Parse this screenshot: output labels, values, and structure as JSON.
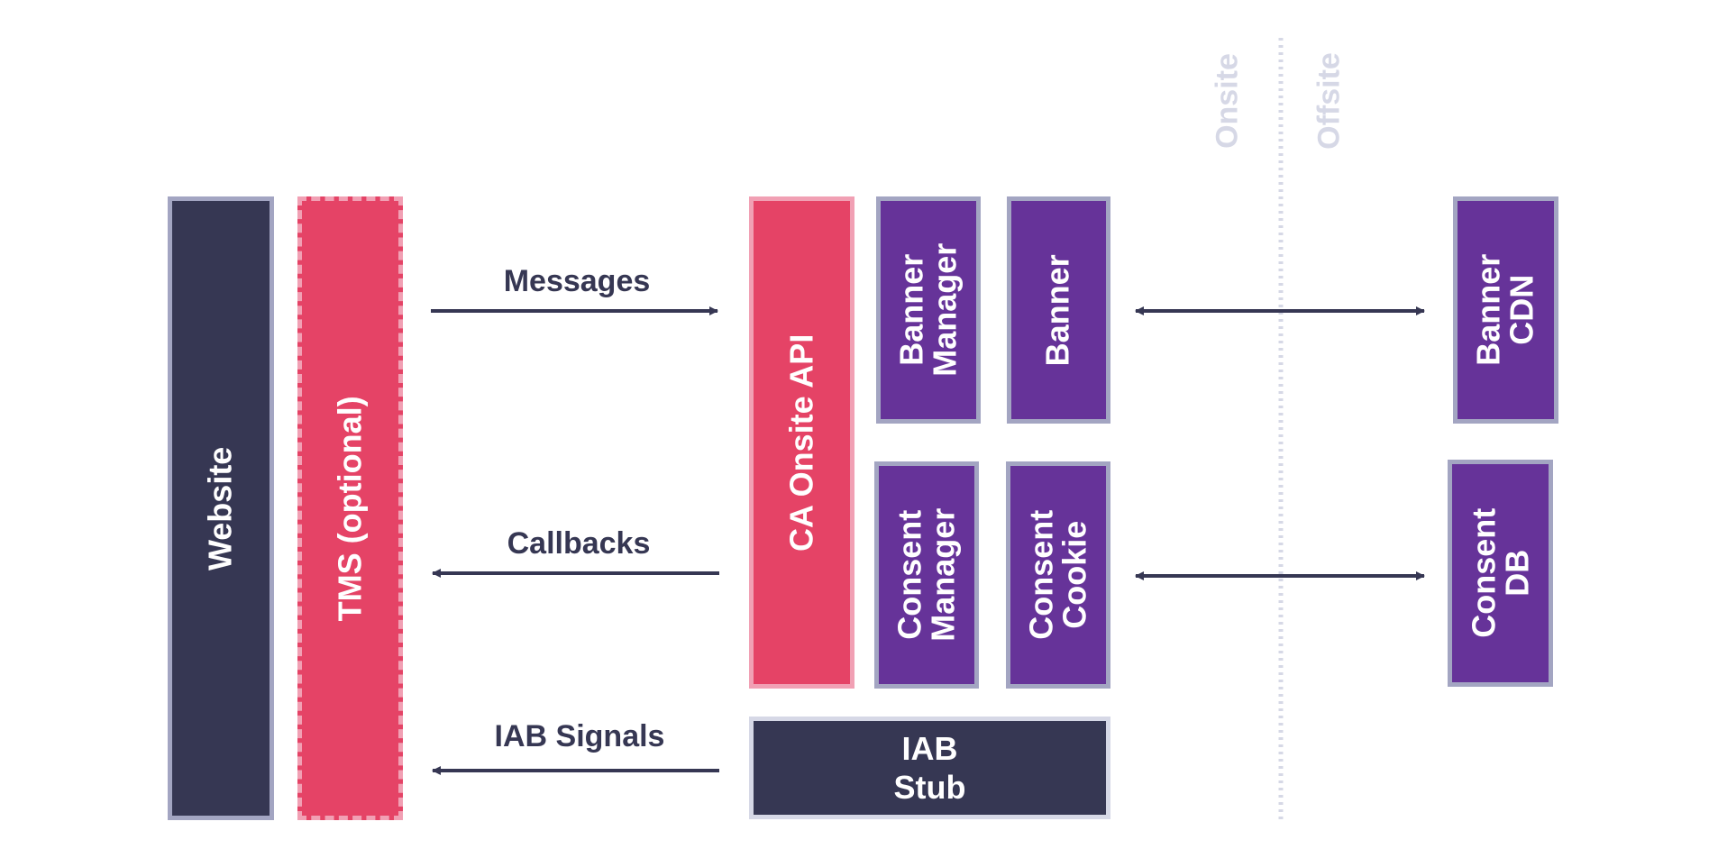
{
  "zones": {
    "onsite": "Onsite",
    "offsite": "Offsite"
  },
  "blocks": {
    "website": "Website",
    "tms": "TMS (optional)",
    "ca_onsite_api": "CA Onsite API",
    "banner_manager": "Banner\nManager",
    "banner": "Banner",
    "consent_manager": "Consent\nManager",
    "consent_cookie": "Consent\nCookie",
    "banner_cdn": "Banner\nCDN",
    "consent_db": "Consent\nDB",
    "iab_stub": "IAB\nStub"
  },
  "flows": {
    "messages": "Messages",
    "callbacks": "Callbacks",
    "iab_signals": "IAB Signals"
  },
  "colors": {
    "dark": "#363753",
    "red": "#e54366",
    "purple": "#663399",
    "border": "#a3a5c2",
    "zone_text": "#d6d8e6"
  }
}
